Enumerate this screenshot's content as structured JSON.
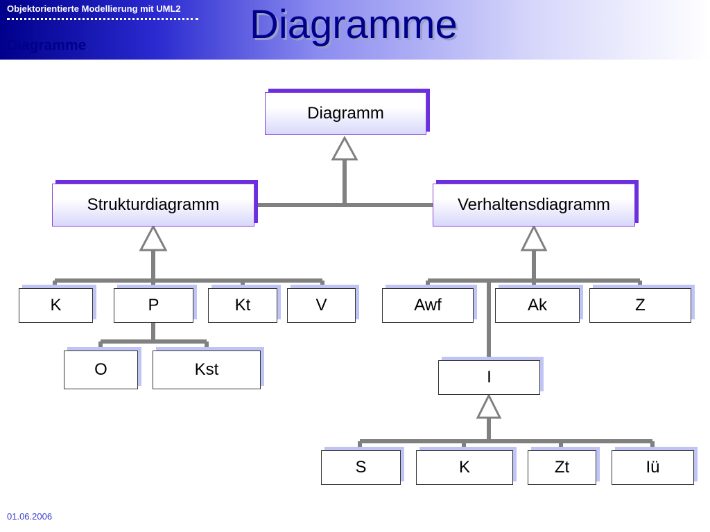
{
  "header": {
    "course_title": "Objektorientierte Modellierung mit UML2",
    "section_title": "Diagramme",
    "page_title": "Diagramme"
  },
  "footer": {
    "date": "01.06.2006"
  },
  "diagram": {
    "root": "Diagramm",
    "structure": {
      "label": "Strukturdiagramm",
      "children": [
        "K",
        "P",
        "Kt",
        "V"
      ],
      "p_children": [
        "O",
        "Kst"
      ]
    },
    "behavior": {
      "label": "Verhaltensdiagramm",
      "children": [
        "Awf",
        "Ak",
        "Z"
      ],
      "interaction": {
        "label": "I",
        "children": [
          "S",
          "K",
          "Zt",
          "Iü"
        ]
      }
    }
  }
}
